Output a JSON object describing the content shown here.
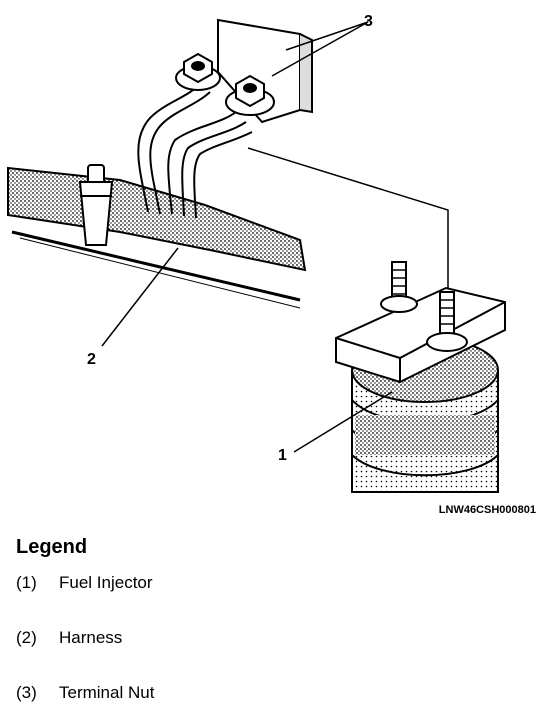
{
  "figure": {
    "callouts": [
      "1",
      "2",
      "3"
    ],
    "code": "LNW46CSH000801"
  },
  "legend": {
    "title": "Legend",
    "items": [
      {
        "num": "(1)",
        "label": "Fuel Injector"
      },
      {
        "num": "(2)",
        "label": "Harness"
      },
      {
        "num": "(3)",
        "label": "Terminal Nut"
      }
    ]
  }
}
